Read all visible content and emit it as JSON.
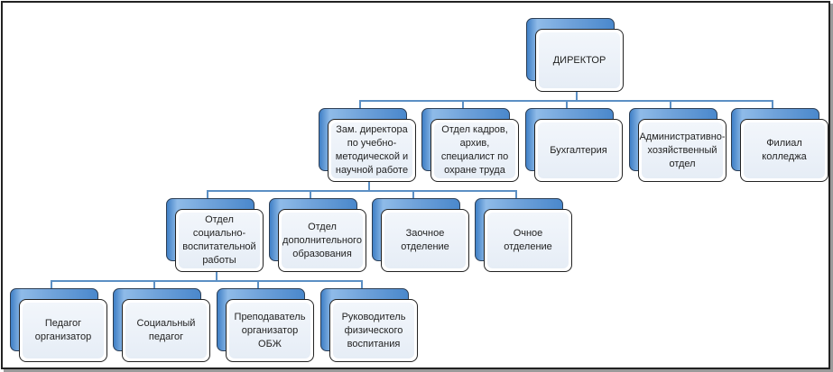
{
  "colors": {
    "node_back": "#5a93d2",
    "node_front": "#eef3f9",
    "connector": "#5b8fc4",
    "frame": "#222222"
  },
  "nodes": [
    {
      "id": "director",
      "label": "ДИРЕКТОР"
    },
    {
      "id": "deputy",
      "label": "Зам. директора по учебно-методической и научной работе"
    },
    {
      "id": "hr",
      "label": "Отдел кадров, архив, специалист по охране труда"
    },
    {
      "id": "accounting",
      "label": "Бухгалтерия"
    },
    {
      "id": "admin",
      "label": "Административно-хозяйственный отдел"
    },
    {
      "id": "branch",
      "label": "Филиал колледжа"
    },
    {
      "id": "social-edu",
      "label": "Отдел социально-воспитательной работы"
    },
    {
      "id": "extra-edu",
      "label": "Отдел дополнительного образования"
    },
    {
      "id": "correspondence",
      "label": "Заочное отделение"
    },
    {
      "id": "fulltime",
      "label": "Очное отделение"
    },
    {
      "id": "organizer",
      "label": "Педагог организатор"
    },
    {
      "id": "social-teacher",
      "label": "Социальный педагог"
    },
    {
      "id": "obzh",
      "label": "Преподаватель организатор ОБЖ"
    },
    {
      "id": "pe",
      "label": "Руководитель физического воспитания"
    }
  ],
  "edges": [
    [
      "director",
      "deputy"
    ],
    [
      "director",
      "hr"
    ],
    [
      "director",
      "accounting"
    ],
    [
      "director",
      "admin"
    ],
    [
      "director",
      "branch"
    ],
    [
      "deputy",
      "social-edu"
    ],
    [
      "deputy",
      "extra-edu"
    ],
    [
      "deputy",
      "correspondence"
    ],
    [
      "deputy",
      "fulltime"
    ],
    [
      "social-edu",
      "organizer"
    ],
    [
      "social-edu",
      "social-teacher"
    ],
    [
      "social-edu",
      "obzh"
    ],
    [
      "social-edu",
      "pe"
    ]
  ]
}
